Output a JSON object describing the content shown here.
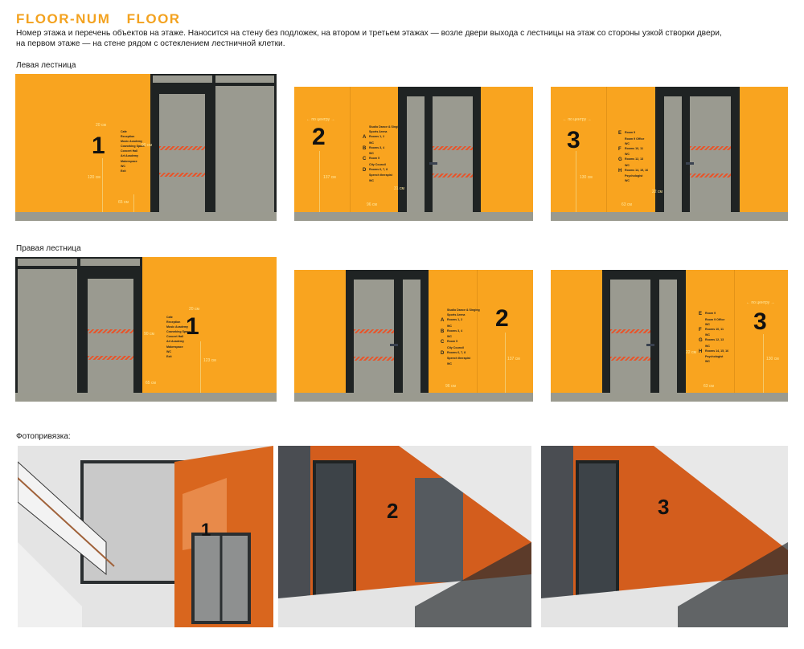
{
  "header": {
    "title": "FLOOR-NUM    FLOOR",
    "description_line1": "Номер этажа и перечень объектов на этаже. Наносится на стену без подложек, на втором и третьем этажах — возле двери выхода с лестницы на этаж со стороны узкой створки двери,",
    "description_line2": "на первом этаже — на стене рядом с остеклением лестничной клетки."
  },
  "sections": {
    "left": "Левая лестница",
    "right": "Правая лестница",
    "photos": "Фотопривязка:"
  },
  "colors": {
    "wall": "#f9a41f",
    "title": "#f3a21f",
    "frame": "#1f2323",
    "glass": "#9a9a90",
    "accent": "#e8542a"
  },
  "floors": {
    "f1": "1",
    "f2": "2",
    "f3": "3"
  },
  "dims": {
    "d20": "20 см",
    "d90": "90 см",
    "d120": "120 см",
    "d123": "123 см",
    "d65": "65 см",
    "center": "← по центру →",
    "d137": "137 см",
    "d96": "96 см",
    "d31": "31 см",
    "d130": "130 см",
    "d63": "63 см",
    "d22": "22 см"
  },
  "signs": {
    "f1": [
      {
        "l": "",
        "t": "Cafe"
      },
      {
        "l": "",
        "t": "Reception"
      },
      {
        "l": "",
        "t": "Music Academy"
      },
      {
        "l": "",
        "t": "Coworking Space"
      },
      {
        "l": "",
        "t": "Concert Hall"
      },
      {
        "l": "",
        "t": "Art Academy"
      },
      {
        "l": "",
        "t": "Makerspace"
      },
      {
        "l": "",
        "t": "WC"
      },
      {
        "l": "",
        "t": "Exit"
      }
    ],
    "f2": [
      {
        "l": "",
        "t": "Studio Dance & Singing"
      },
      {
        "l": "",
        "t": "Sports Arena"
      },
      {
        "l": "A",
        "t": "Rooms 1, 2"
      },
      {
        "l": "",
        "t": "WC"
      },
      {
        "l": "B",
        "t": "Rooms 3, 4"
      },
      {
        "l": "",
        "t": "WC"
      },
      {
        "l": "C",
        "t": "Room 5"
      },
      {
        "l": "",
        "t": "City Council"
      },
      {
        "l": "D",
        "t": "Rooms 6, 7, 8"
      },
      {
        "l": "",
        "t": "Speech therapist"
      },
      {
        "l": "",
        "t": "WC"
      }
    ],
    "f3": [
      {
        "l": "E",
        "t": "Room 9"
      },
      {
        "l": "",
        "t": "Room 9 Office"
      },
      {
        "l": "",
        "t": "WC"
      },
      {
        "l": "F",
        "t": "Rooms 10, 11"
      },
      {
        "l": "",
        "t": "WC"
      },
      {
        "l": "G",
        "t": "Rooms 12, 13"
      },
      {
        "l": "",
        "t": "WC"
      },
      {
        "l": "H",
        "t": "Rooms 14, 15, 16"
      },
      {
        "l": "",
        "t": "Psychologist"
      },
      {
        "l": "",
        "t": "WC"
      }
    ]
  }
}
